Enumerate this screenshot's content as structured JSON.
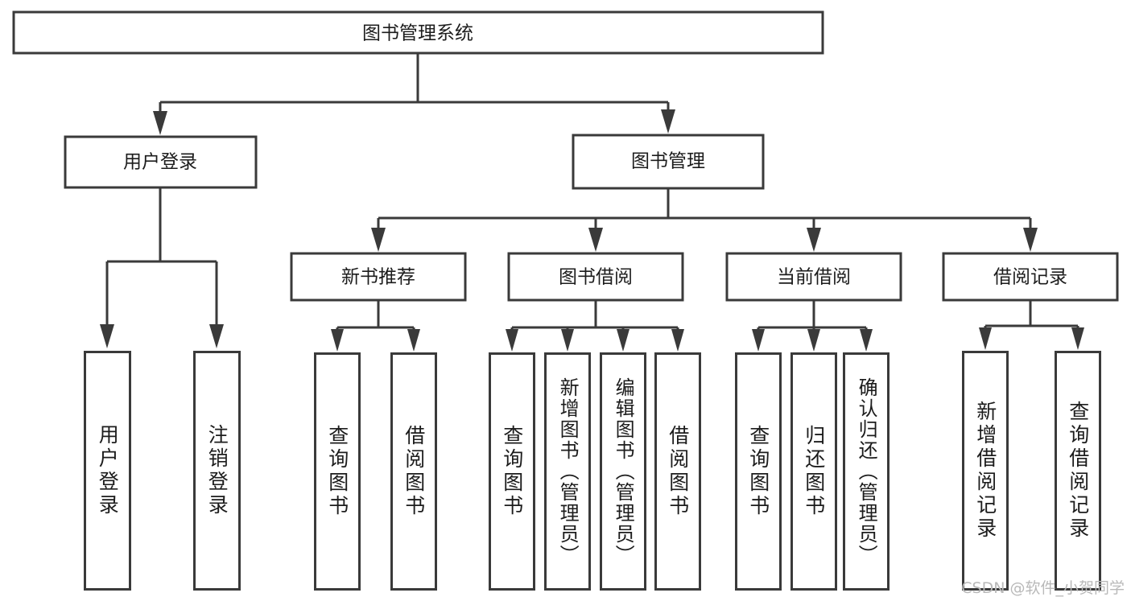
{
  "diagram": {
    "type": "tree",
    "title": "图书管理系统",
    "orientation": "top-down",
    "colors": {
      "stroke": "#3a3a3a",
      "fill": "#ffffff",
      "text": "#1c1c1c",
      "watermark": "#b9b9b9",
      "background": "#ffffff"
    },
    "root": {
      "id": "root",
      "label": "图书管理系统"
    },
    "level2": [
      {
        "id": "user-login",
        "label": "用户登录"
      },
      {
        "id": "book-manage",
        "label": "图书管理"
      }
    ],
    "level3": [
      {
        "id": "new-book-recommend",
        "label": "新书推荐",
        "parent": "book-manage"
      },
      {
        "id": "book-borrow",
        "label": "图书借阅",
        "parent": "book-manage"
      },
      {
        "id": "current-borrow",
        "label": "当前借阅",
        "parent": "book-manage"
      },
      {
        "id": "borrow-record",
        "label": "借阅记录",
        "parent": "book-manage"
      }
    ],
    "leaves": {
      "user-login": [
        {
          "id": "leaf-user-login",
          "label": "用户登录"
        },
        {
          "id": "leaf-user-logout",
          "label": "注销登录"
        }
      ],
      "new-book-recommend": [
        {
          "id": "leaf-query-book-1",
          "label": "查询图书"
        },
        {
          "id": "leaf-borrow-book-1",
          "label": "借阅图书"
        }
      ],
      "book-borrow": [
        {
          "id": "leaf-query-book-2",
          "label": "查询图书"
        },
        {
          "id": "leaf-add-book",
          "label": "新增图书（管理员）"
        },
        {
          "id": "leaf-edit-book",
          "label": "编辑图书（管理员）"
        },
        {
          "id": "leaf-borrow-book-2",
          "label": "借阅图书"
        }
      ],
      "current-borrow": [
        {
          "id": "leaf-query-book-3",
          "label": "查询图书"
        },
        {
          "id": "leaf-return-book",
          "label": "归还图书"
        },
        {
          "id": "leaf-confirm-return",
          "label": "确认归还（管理员）"
        }
      ],
      "borrow-record": [
        {
          "id": "leaf-add-record",
          "label": "新增借阅记录"
        },
        {
          "id": "leaf-query-record",
          "label": "查询借阅记录"
        }
      ]
    }
  },
  "watermark": {
    "text": "CSDN @软件_小贺同学"
  }
}
